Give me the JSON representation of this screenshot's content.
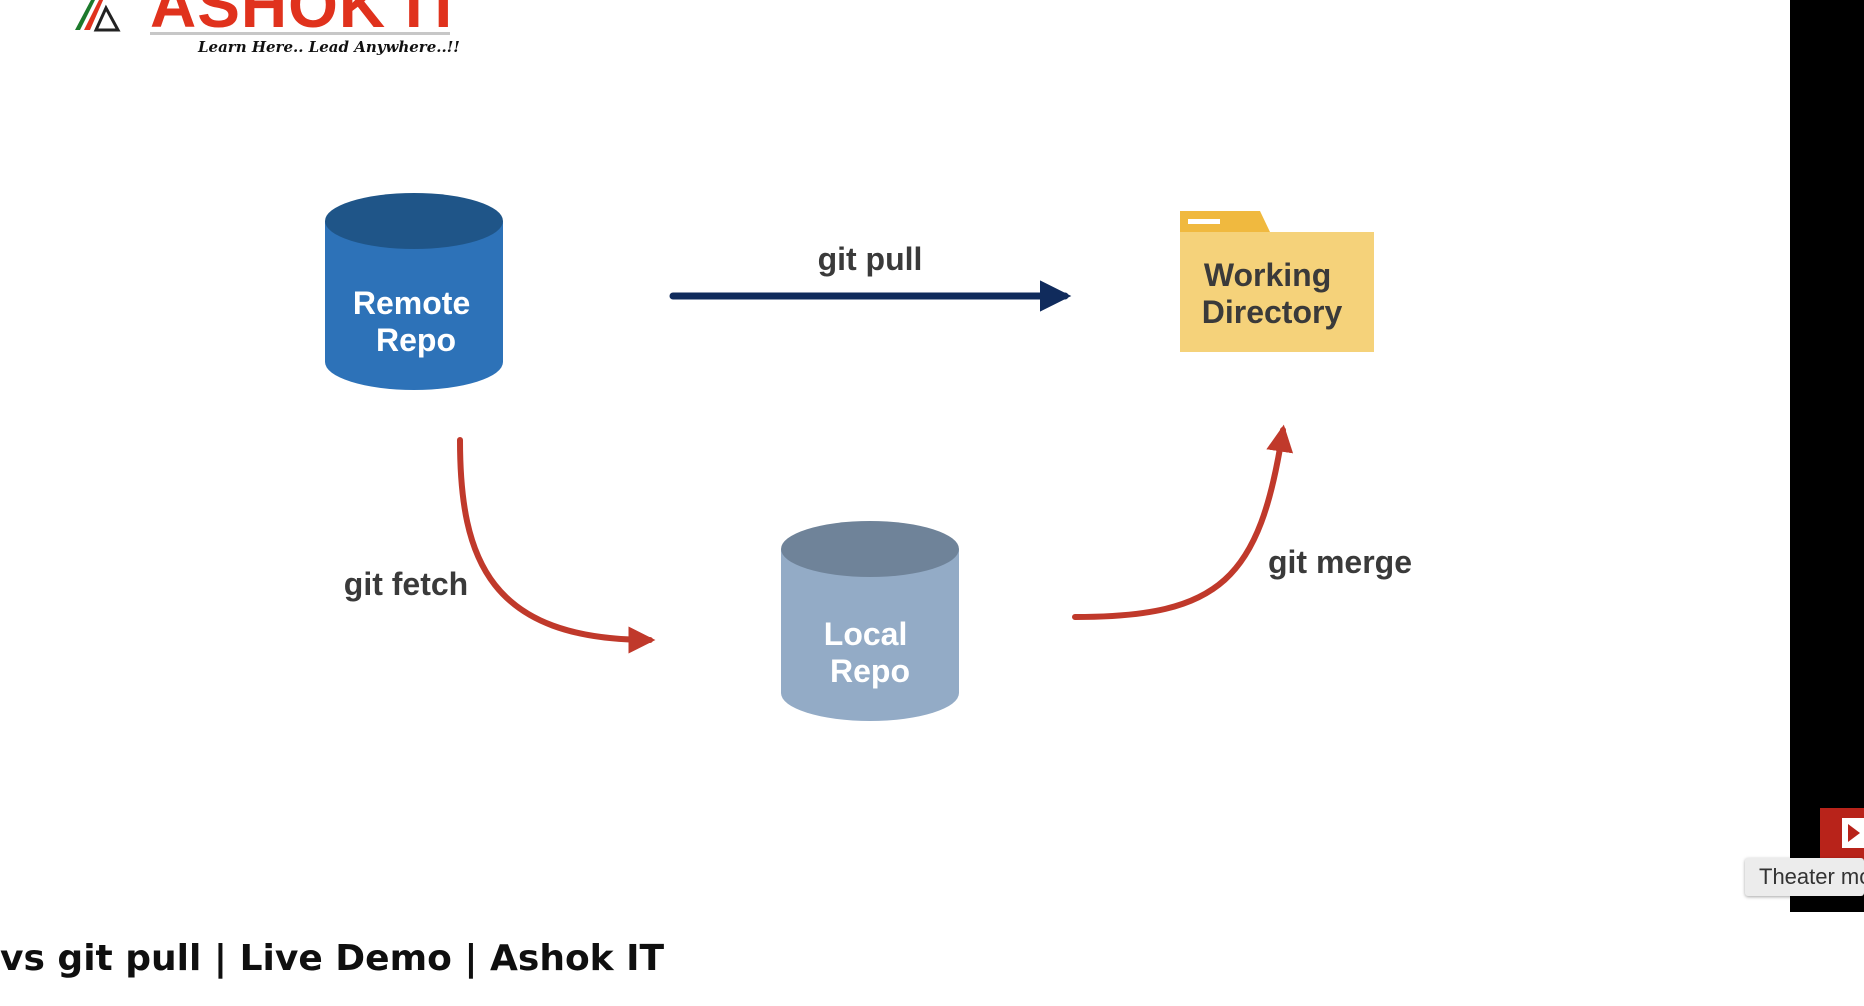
{
  "video": {
    "logo": {
      "brand": "ASHOK IT",
      "tagline": "Learn Here.. Lead Anywhere..!!"
    },
    "diagram": {
      "remote_repo": "Remote Repo",
      "local_repo": "Local Repo",
      "working_directory": "Working Directory",
      "git_pull": "git pull",
      "git_fetch": "git fetch",
      "git_merge": "git merge"
    },
    "colors": {
      "remote_repo": "#2d72b8",
      "local_repo": "#93abc6",
      "folder": "#f5d27a",
      "pull_arrow": "#102b5c",
      "fetch_merge_arrows": "#c0392b"
    },
    "theater_tooltip": "Theater mode"
  },
  "page": {
    "title": "vs git pull | Live Demo | Ashok IT"
  }
}
